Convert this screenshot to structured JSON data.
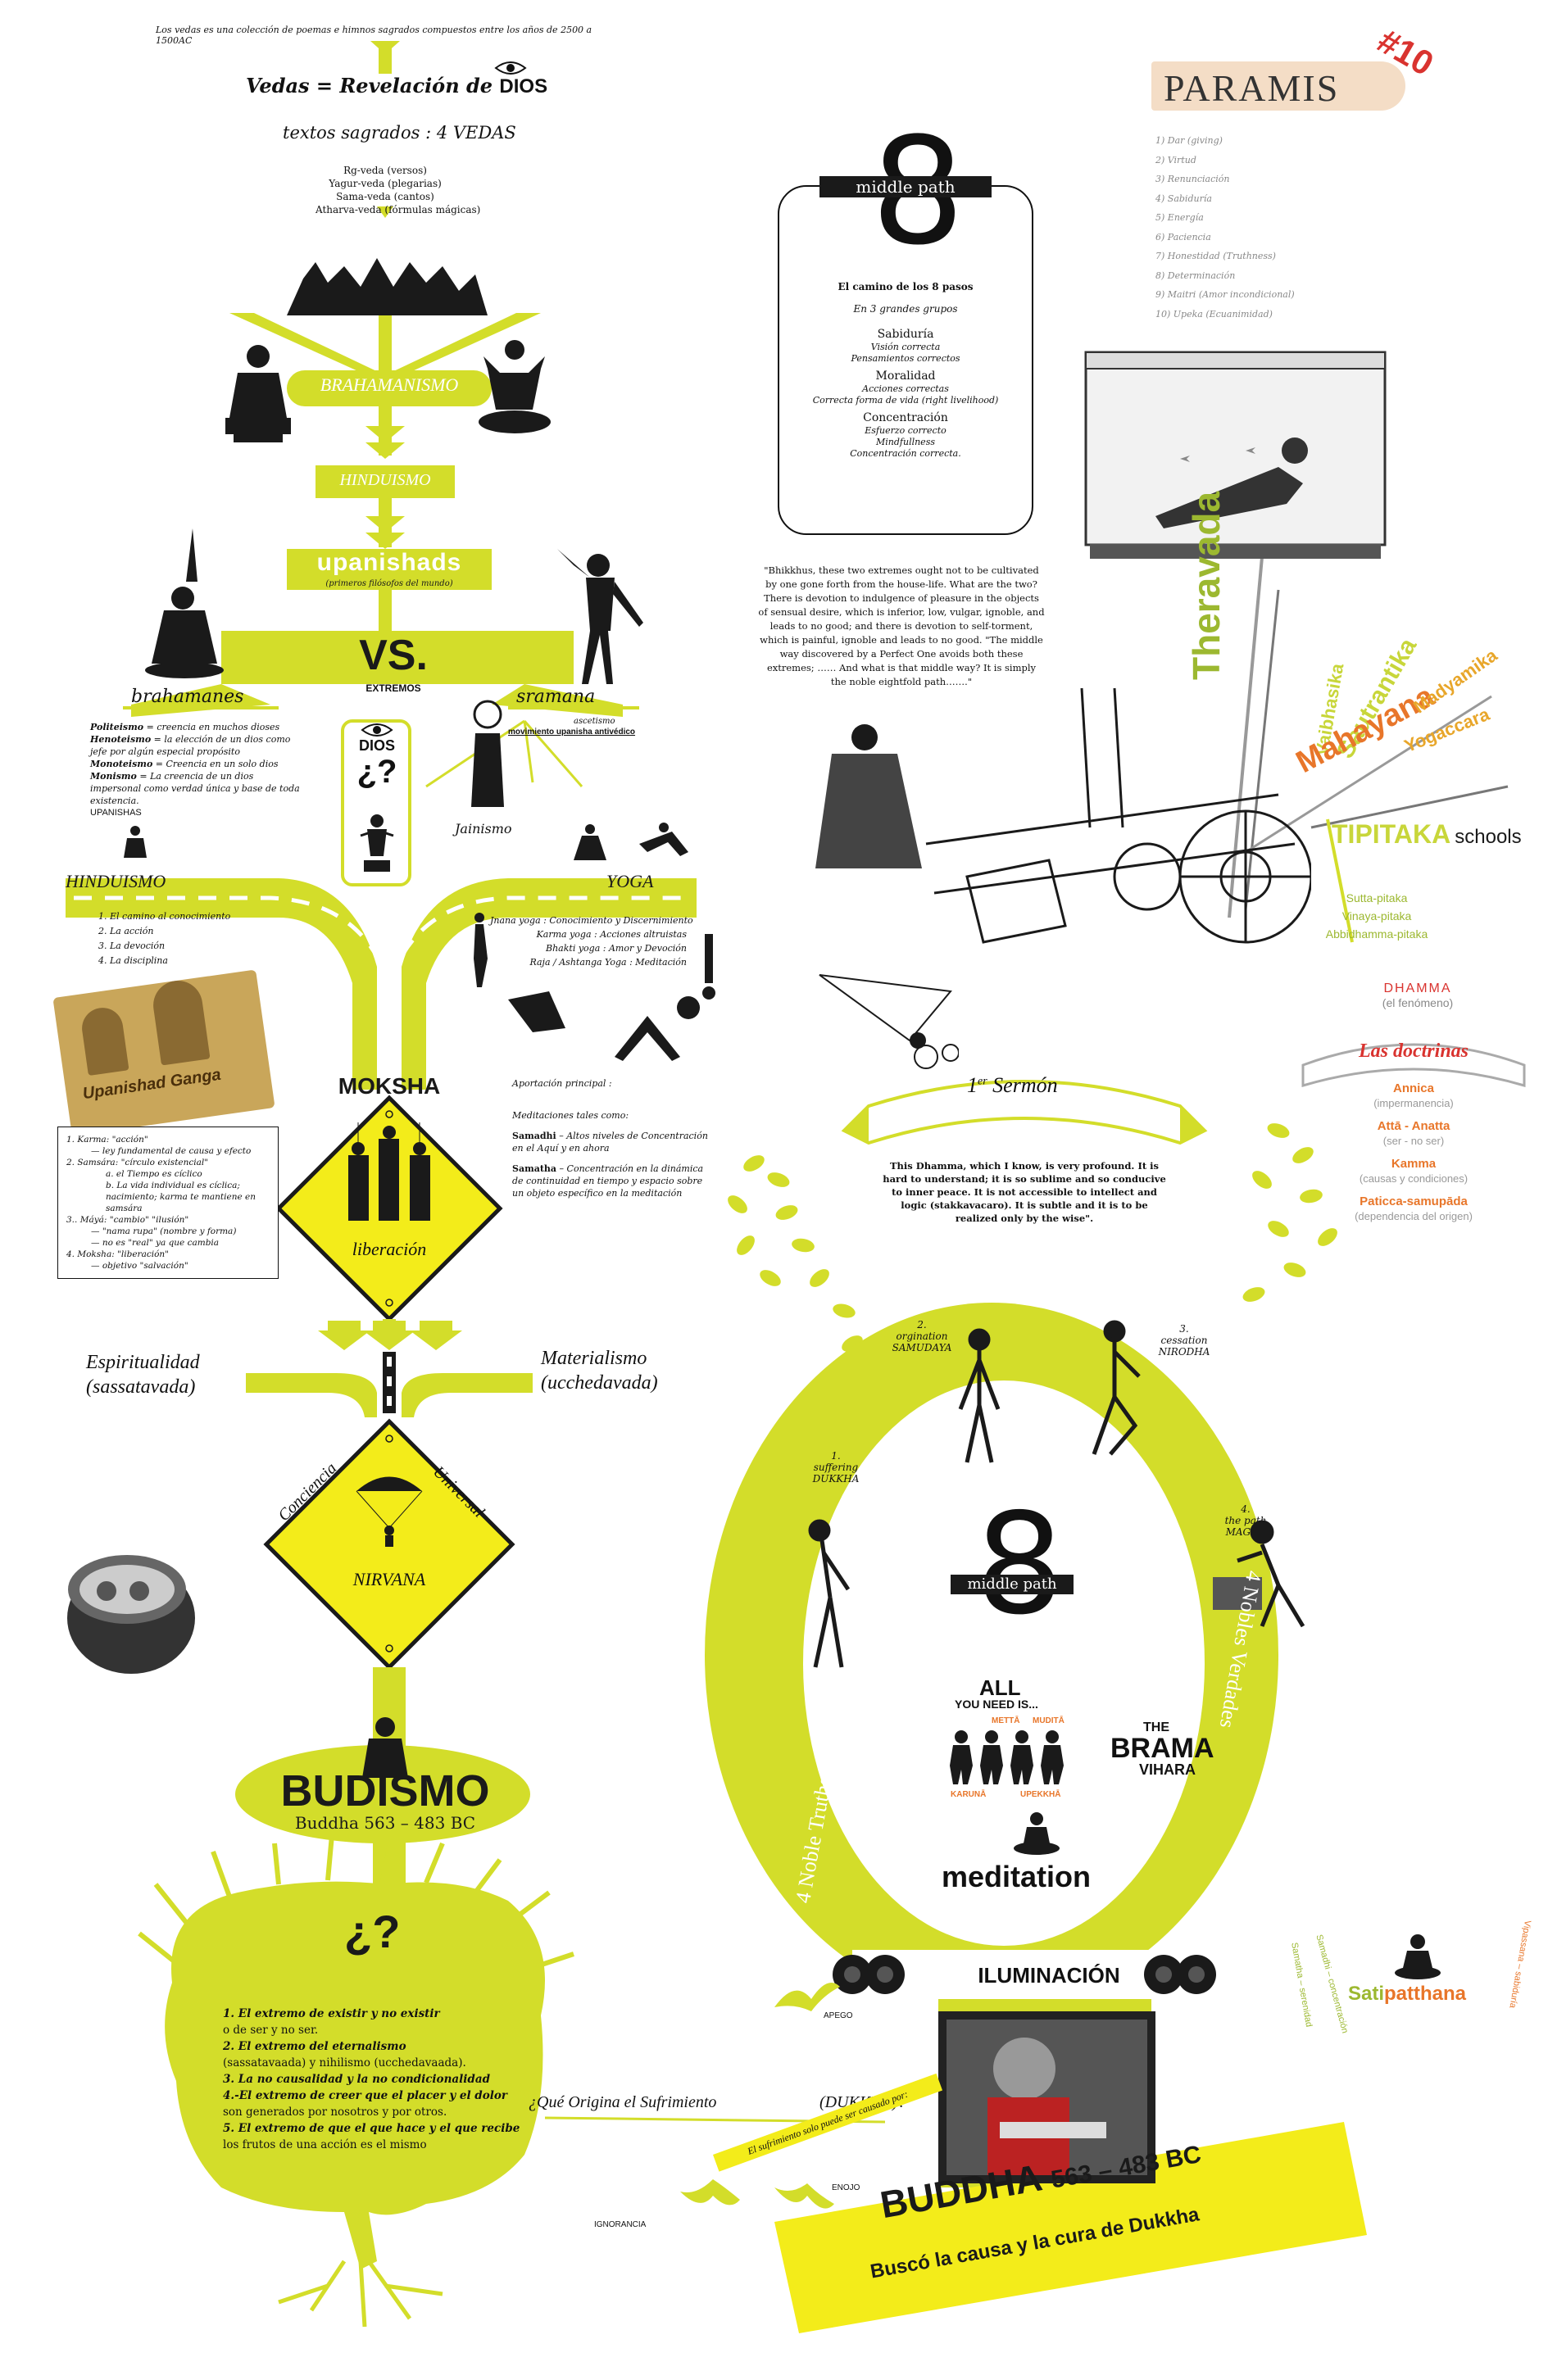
{
  "colors": {
    "lime": "#d3dd2a",
    "lime_light": "#dfe66b",
    "orange": "#e8762a",
    "red": "#d9332f",
    "dark": "#1a1a1a",
    "tag_bg": "#f4ddc6"
  },
  "header": {
    "intro": "Los vedas es una colección de poemas e himnos sagrados compuestos entre los años de 2500 a 1500AC",
    "vedas_title": "Vedas = Revelación de",
    "dios": "DIOS",
    "textos": "textos sagrados : 4 VEDAS",
    "vedas_list": [
      "Rg-veda (versos)",
      "Yagur-veda (plegarias)",
      "Sama-veda (cantos)",
      "Atharva-veda (fórmulas mágicas)"
    ]
  },
  "flow": {
    "brahmanismo": "BRAHAMANISMO",
    "hinduismo": "HINDUISMO",
    "upanishads": "upanishads",
    "upanishads_sub": "(primeros filósofos del mundo)",
    "vs": "VS.",
    "extremos": "EXTREMOS",
    "brahamanes": "brahamanes",
    "sramana": "sramana",
    "ascetismo": "ascetismo",
    "movimiento": "movimiento upanisha antivédico",
    "dios2": "DIOS",
    "dios_q": "¿?",
    "jainismo": "Jainismo",
    "hinduismo2": "HINDUISMO",
    "yoga": "YOGA",
    "moksha": "MOKSHA",
    "liberacion": "liberación",
    "espiritualidad": "Espiritualidad",
    "sassatavada": "(sassatavada)",
    "materialismo": "Materialismo",
    "ucchedavada": "(ucchedavada)",
    "conciencia": "Conciencia",
    "universal": "Universal",
    "nirvana": "NIRVANA",
    "budismo": "BUDISMO",
    "buddha_dates": "Buddha 563 – 483 BC",
    "q_mark": "¿?"
  },
  "definitions": [
    {
      "term": "Politeismo",
      "text": " = creencia en muchos dioses"
    },
    {
      "term": "Henoteismo",
      "text": " = la elección de un dios como jefe por algún especial propósito"
    },
    {
      "term": "Monoteismo",
      "text": " = Creencia en un solo dios"
    },
    {
      "term": "Monismo",
      "text": " = La creencia de un dios impersonal como verdad única y base de toda existencia."
    }
  ],
  "upanishas_label": "UPANISHAS",
  "hindu_paths": [
    "1. El camino al conocimiento",
    "2. La acción",
    "3. La devoción",
    "4. La disciplina"
  ],
  "sign_text": "Upanishad Ganga",
  "karma_box": [
    "1. Karma: \"acción\"",
    "— ley fundamental de causa y efecto",
    "2. Samsára: \"círculo existencial\"",
    "a. el Tiempo es cíclico",
    "b. La vida individual es cíclica; nacimiento; karma te mantiene en samsára",
    "3.. Máyá: \"cambio\" \"ilusión\"",
    "— \"nama rupa\" (nombre y forma)",
    "— no es \"real\" ya que cambia",
    "4. Moksha: \"liberación\"",
    "— objetivo \"salvación\""
  ],
  "yoga_list": [
    "Jnana yoga : Conocimiento y Discernimiento",
    "Karma yoga : Acciones altruistas",
    "Bhakti yoga : Amor y Devoción",
    "Raja / Ashtanga Yoga : Meditación"
  ],
  "yoga_notes": {
    "aportacion": "Aportación principal :",
    "meditaciones": "Meditaciones tales como:",
    "samadhi_t": "Samadhi",
    "samadhi": " – Altos niveles de Concentración en el Aquí y en ahora",
    "samatha_t": "Samatha",
    "samatha": " – Concentración en la dinámica de continuidad en tiempo y espacio sobre un objeto específico en la meditación"
  },
  "extremes_list": [
    {
      "t": "1. El extremo de existir y no existir",
      "s": "o de ser y no ser."
    },
    {
      "t": "2. El extremo del eternalismo",
      "s": "(sassatavaada) y nihilismo (ucchedavaada)."
    },
    {
      "t": "3. La no causalidad y la no condicionalidad",
      "s": ""
    },
    {
      "t": "4.-El extremo de creer que el placer y el dolor",
      "s": "son generados por nosotros y por otros."
    },
    {
      "t": "5. El extremo de que el que hace y el que recibe",
      "s": "los frutos de una acción es el mismo"
    }
  ],
  "middle_path": {
    "label": "middle path",
    "num": "8",
    "title": "El camino de los 8 pasos",
    "grupos": "En 3 grandes grupos",
    "sabiduria": "Sabiduría",
    "sab_items": [
      "Visión correcta",
      "Pensamientos correctos"
    ],
    "moralidad": "Moralidad",
    "mor_items": [
      "Acciones correctas",
      "Correcta forma de vida (right livelihood)"
    ],
    "concentracion": "Concentración",
    "con_items": [
      "Esfuerzo correcto",
      "Mindfullness",
      "Concentración correcta."
    ]
  },
  "quote": "\"Bhikkhus, these two extremes ought not to be cultivated by one gone forth from the house-life. What are the two? There is devotion to indulgence of pleasure in the objects of sensual desire, which is inferior, low, vulgar, ignoble, and leads to no good; and there is devotion to self-torment, which is painful, ignoble and leads to no good. \"The middle way discovered by a Perfect One avoids both these extremes; …… And what is that middle way? It is simply the noble eightfold path…….\"",
  "paramis": {
    "title": "PARAMIS",
    "num": "#10",
    "items": [
      "1) Dar (giving)",
      "2) Virtud",
      "3) Renunciación",
      "4) Sabiduría",
      "5) Energía",
      "6) Paciencia",
      "7) Honestidad (Truthness)",
      "8) Determinación",
      "9) Maitri (Amor incondicional)",
      "10) Upeka (Ecuanimidad)"
    ]
  },
  "schools": {
    "theravada": "Theravada",
    "vaibhasika": "Vaibhasika",
    "sautrantika": "Sautrantika",
    "mahayana": "Mahayana",
    "madyamika": "Madyamika",
    "yogaccara": "Yogaccara",
    "tipitaka": "TIPITAKA",
    "schools": "schools",
    "pitakas": [
      "Sutta-pitaka",
      "Vinaya-pitaka",
      "Abbidhamma-pitaka"
    ]
  },
  "dhamma": {
    "title": "DHAMMA",
    "sub": "(el fenómeno)",
    "banner": "Las doctrinas",
    "items": [
      {
        "t": "Annica",
        "s": "(impermanencia)"
      },
      {
        "t": "Attā - Anatta",
        "s": "(ser - no ser)"
      },
      {
        "t": "Kamma",
        "s": "(causas y condiciones)"
      },
      {
        "t": "Paticca-samupāda",
        "s": "(dependencia del origen)"
      }
    ]
  },
  "sermon": {
    "title_1": "1",
    "title_sup": "er",
    "title_2": "Sermón",
    "text": "This Dhamma, which I know, is very profound. It is hard to understand; it is so sublime and so conducive to inner peace. It is not accessible to intellect and logic (stakkavacaro). It is subtle and it is to be realized only by the wise\"."
  },
  "truths": [
    {
      "n": "1.",
      "t": "suffering",
      "p": "DUKKHA"
    },
    {
      "n": "2.",
      "t": "orgination",
      "p": "SAMUDAYA"
    },
    {
      "n": "3.",
      "t": "cessation",
      "p": "NIRODHA"
    },
    {
      "n": "4.",
      "t": "the path",
      "p": "MAGGA"
    }
  ],
  "four_truths": {
    "left": "4 Noble Truths",
    "right": "4 Nobles Verdades"
  },
  "brama": {
    "all": "ALL",
    "you_need": "YOU NEED IS...",
    "metta": "METTĀ",
    "mudita": "MUDITĀ",
    "karuna": "KARUNĀ",
    "upekkha": "UPEKKHĀ",
    "the": "THE",
    "brama": "BRAMA",
    "vihara": "VIHARA"
  },
  "meditation": "meditation",
  "iluminacion": "ILUMINACIÓN",
  "satipatthana": {
    "sati": "Sati",
    "patthana": "patthana",
    "arc1": "Samadhi – concentración",
    "arc2": "Samatha – serenidad",
    "arc3": "Vipassana – sabiduría"
  },
  "suffering": {
    "question": "¿Qué Origina el Sufrimiento",
    "dukkha": "(DUKKHA)?",
    "caused": "El sufrimiento solo puede ser causado por:",
    "apego": "APEGO",
    "enojo": "ENOJO",
    "ignorancia": "IGNORANCIA"
  },
  "banner": {
    "name": "BUDDHA",
    "dates": "563 – 483 BC",
    "sub": "Buscó la causa y la cura de Dukkha"
  }
}
